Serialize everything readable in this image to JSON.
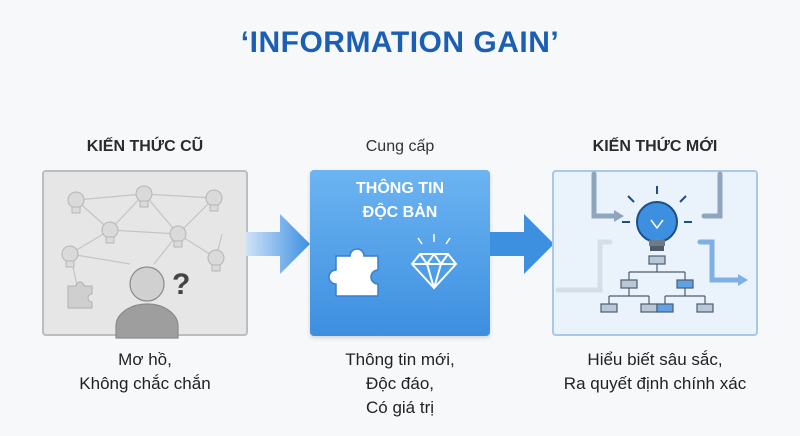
{
  "title": "‘INFORMATION GAIN’",
  "old": {
    "label": "KIẾN THỨC CŨ",
    "caption_lines": [
      "Mơ hồ,",
      "Không chắc chắn"
    ],
    "question_mark": "?"
  },
  "info": {
    "label": "Cung cấp",
    "panel_title_lines": [
      "THÔNG TIN",
      "ĐỘC BẢN"
    ],
    "caption_lines": [
      "Thông tin mới,",
      "Độc đáo,",
      "Có giá trị"
    ]
  },
  "new": {
    "label": "KIẾN THỨC MỚI",
    "caption_lines": [
      "Hiểu biết sâu sắc,",
      "Ra quyết định chính xác"
    ]
  },
  "colors": {
    "title": "#1a5fb4",
    "arrow": "#3d8fe0",
    "info_panel": "#4a9be6",
    "old_panel": "#e6e6e6",
    "new_panel": "#eaf3fc"
  },
  "icons": [
    "lightbulb-icon",
    "person-icon",
    "puzzle-icon",
    "diamond-icon",
    "hierarchy-icon",
    "arrow-icon"
  ]
}
